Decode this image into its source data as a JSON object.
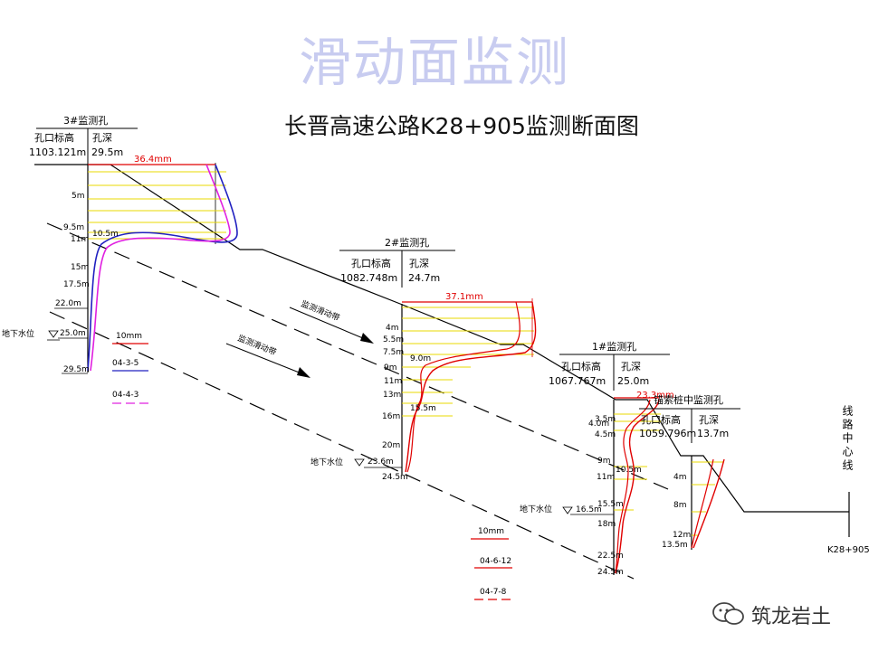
{
  "page": {
    "watermark_title": "滑动面监测",
    "section_title": "长晋高速公路K28+905监测断面图",
    "brand": "筑龙岩土"
  },
  "header_labels": {
    "elev_header": "孔口标高",
    "depth_header": "孔深",
    "gw_label": "地下水位",
    "centerline_label": "线路中心线",
    "station": "K28+905",
    "band_label": "监测滑动带"
  },
  "boreholes": {
    "b3": {
      "name": "3#监测孔",
      "elevation": "1103.121m",
      "depth": "29.5m",
      "max_disp": "36.4mm",
      "depth_marks": [
        "5m",
        "9.5m",
        "10.5m",
        "11m",
        "15m",
        "17.5m",
        "22.0m",
        "25.0m",
        "29.5m"
      ],
      "groundwater": "地下水位"
    },
    "b2": {
      "name": "2#监测孔",
      "elevation": "1082.748m",
      "depth": "24.7m",
      "max_disp": "37.1mm",
      "depth_marks": [
        "4m",
        "5.5m",
        "7.5m",
        "9m",
        "9.0m",
        "11m",
        "13m",
        "15.5m",
        "16m",
        "20m",
        "23.6m",
        "24.5m"
      ],
      "groundwater": "地下水位"
    },
    "b1": {
      "name": "1#监测孔",
      "elevation": "1067.767m",
      "depth": "25.0m",
      "max_disp": "23.3mm",
      "depth_marks": [
        "3.5m",
        "4.0m",
        "4.5m",
        "9m",
        "10.5m",
        "11m",
        "15.5m",
        "16.5m",
        "18m",
        "22.5m",
        "24.5m"
      ],
      "groundwater": "地下水位"
    },
    "anchor": {
      "name": "锚索桩中监测孔",
      "elevation": "1059.796m",
      "depth": "13.7m",
      "depth_marks": [
        "4m",
        "8m",
        "12m",
        "13.5m"
      ]
    }
  },
  "legends": {
    "left": {
      "scale": "10mm",
      "dates": [
        "04-3-5",
        "04-4-3"
      ]
    },
    "center": {
      "scale": "10mm",
      "dates": [
        "04-6-12",
        "04-7-8"
      ]
    }
  },
  "colors": {
    "ground": "#000000",
    "disp_red": "#e00000",
    "curve_blue": "#2020c0",
    "curve_magenta": "#e020e0",
    "level_yellow": "#e8d800",
    "watermark": "#c8ccf0"
  }
}
